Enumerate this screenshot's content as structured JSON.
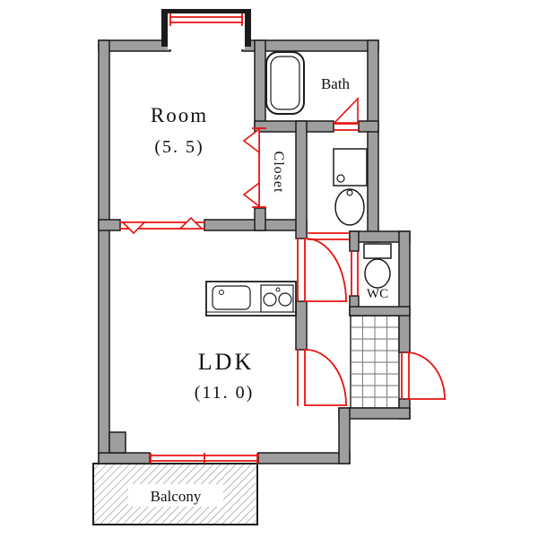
{
  "plan": {
    "rooms": {
      "main": {
        "label": "Room",
        "size": "(5. 5)"
      },
      "ldk": {
        "label": "LDK",
        "size": "(11. 0)"
      },
      "bath": {
        "label": "Bath"
      },
      "closet": {
        "label": "Closet"
      },
      "wc": {
        "label": "WC"
      },
      "balcony": {
        "label": "Balcony"
      }
    },
    "colors": {
      "background": "#ffffff",
      "wall_fill": "#9e9e9e",
      "wall_outline": "#1b1b1b",
      "opening_symbol_red": "#e8120f",
      "fixture_outline": "#1b1b1b",
      "tile_grid": "#6e6e6e",
      "balcony_hatch": "#9a9a9a",
      "label_text": "#111111"
    }
  }
}
